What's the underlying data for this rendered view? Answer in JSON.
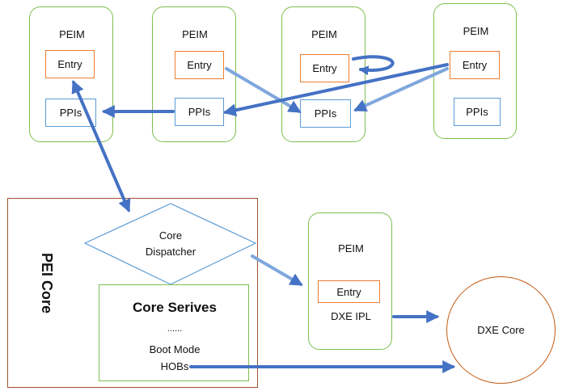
{
  "peims": [
    {
      "title": "PEIM",
      "entry": "Entry",
      "ppis": "PPIs"
    },
    {
      "title": "PEIM",
      "entry": "Entry",
      "ppis": "PPIs"
    },
    {
      "title": "PEIM",
      "entry": "Entry",
      "ppis": "PPIs"
    },
    {
      "title": "PEIM",
      "entry": "Entry",
      "ppis": "PPIs"
    }
  ],
  "pei_core": {
    "label": "PEI Core",
    "dispatcher_line1": "Core",
    "dispatcher_line2": "Dispatcher",
    "services_title": "Core Serives",
    "services_ellipsis": "......",
    "boot_mode": "Boot Mode",
    "hobs": "HOBs"
  },
  "dxe_peim": {
    "title": "PEIM",
    "entry": "Entry",
    "ipl": "DXE IPL"
  },
  "dxe_core": "DXE Core",
  "colors": {
    "peim_border": "#7fbf4e",
    "entry_border": "#ed7d31",
    "ppis_border": "#5b9bd5",
    "arrow": "#4472c4",
    "core_border": "#a0522d",
    "dxe_core_border": "#c55a11"
  }
}
